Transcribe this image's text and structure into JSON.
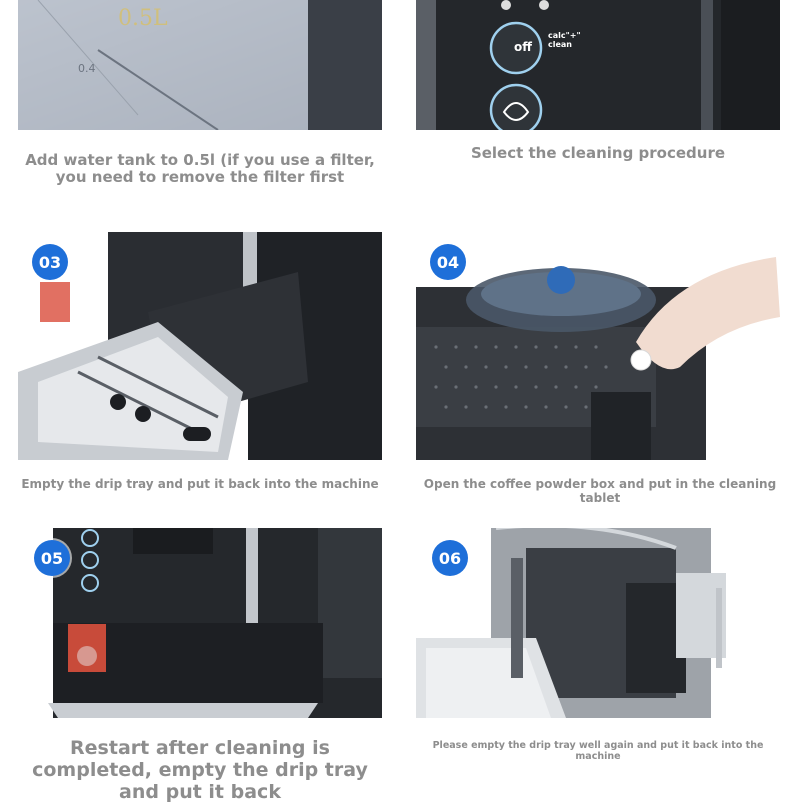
{
  "steps": [
    {
      "caption": "Add water tank to 0.5l (if you use a filter, you need to remove the filter first",
      "tank_mark": "0.5L",
      "tank_mark_2": "0.4"
    },
    {
      "caption": "Select the cleaning procedure",
      "button_off": "off",
      "button_calc": "calc\"+\" clean"
    },
    {
      "badge": "03",
      "caption": "Empty the drip tray and put it back into the machine"
    },
    {
      "badge": "04",
      "caption": "Open the coffee powder box and put in the cleaning tablet"
    },
    {
      "badge": "05",
      "caption": "Restart after cleaning is completed, empty the drip tray and put it back"
    },
    {
      "badge": "06",
      "caption": "Please empty the drip tray well again and put it back into the machine"
    }
  ],
  "colors": {
    "badge": "#1e6fd9",
    "caption": "#8d8d8d",
    "machine": "#2b2e33",
    "steel": "#b9bdc2"
  }
}
